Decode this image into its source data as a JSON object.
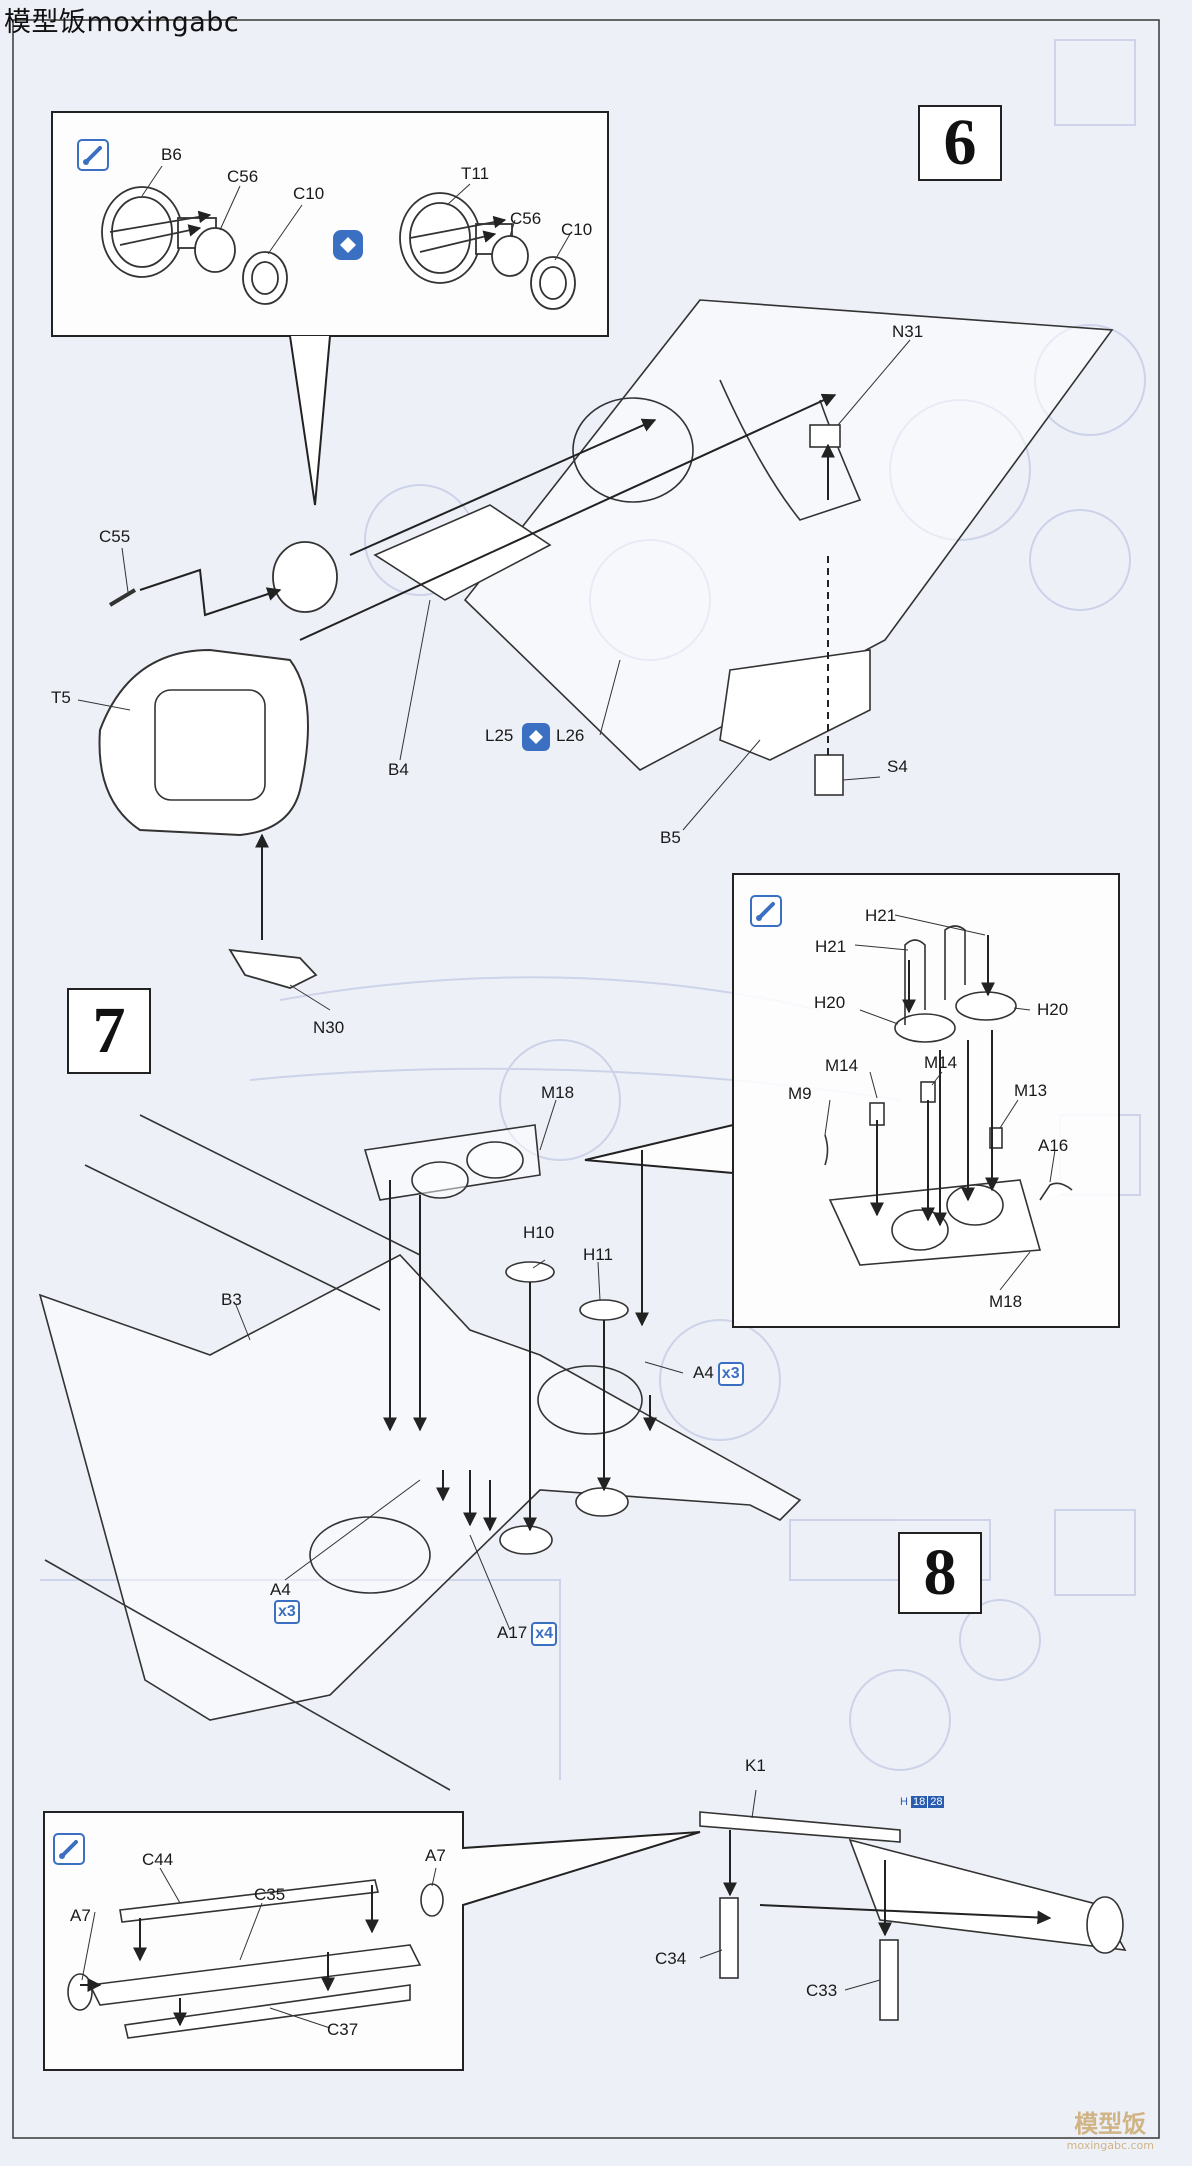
{
  "watermark": "模型饭moxingabc",
  "footer_watermark": {
    "logo": "模型饭",
    "site": "moxingabc.com"
  },
  "steps": {
    "s6": "6",
    "s7": "7",
    "s8": "8"
  },
  "colors": {
    "paint_blue": "#3b6fc2",
    "line": "#333333"
  },
  "icons": [
    "paint-brush-icon",
    "optional-parts-icon",
    "alternative-parts-icon"
  ],
  "step6": {
    "detail": [
      "B6",
      "C56",
      "C10",
      "T11",
      "C56",
      "C10"
    ],
    "parts": [
      "N31",
      "C55",
      "T5",
      "L25",
      "L26",
      "B4",
      "B5",
      "S4",
      "N30"
    ]
  },
  "step7": {
    "detail": [
      "H21",
      "H21",
      "H20",
      "H20",
      "M14",
      "M14",
      "M9",
      "M13",
      "A16",
      "M18"
    ],
    "parts": [
      "M18",
      "H10",
      "H11",
      "B3",
      "A4",
      "A4",
      "A17"
    ],
    "qty": {
      "a4_right": "3",
      "a4_left": "3",
      "a17": "4"
    }
  },
  "step8": {
    "parts": [
      "K1",
      "C34",
      "C33"
    ],
    "detail": [
      "C44",
      "A7",
      "C35",
      "A7",
      "C37"
    ],
    "hbadge": {
      "prefix": "H",
      "a": "18",
      "b": "28"
    }
  }
}
